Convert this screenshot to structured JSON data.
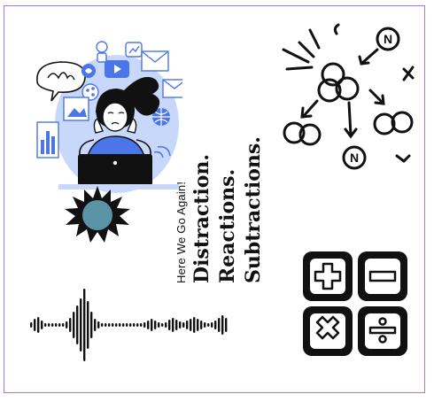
{
  "poster": {
    "subtitle": "Here We Go Again!",
    "headlines": [
      "Distraction.",
      "Reactions.",
      "Subtractions."
    ]
  },
  "math_symbols": [
    "+",
    "−",
    "×",
    "÷"
  ],
  "molecule_labels": {
    "top": "N",
    "bottom": "N",
    "small_c": "C"
  },
  "colors": {
    "accent_blue": "#4a76e8",
    "light_blue": "#c8d8fb",
    "teal_burst": "#5a93a6",
    "frame": "#9b7be8",
    "ink": "#111111"
  },
  "icons": [
    "stressed-person-illustration",
    "starburst-icon",
    "molecule-reaction-icon",
    "math-operators-icon",
    "sound-wave-icon"
  ]
}
